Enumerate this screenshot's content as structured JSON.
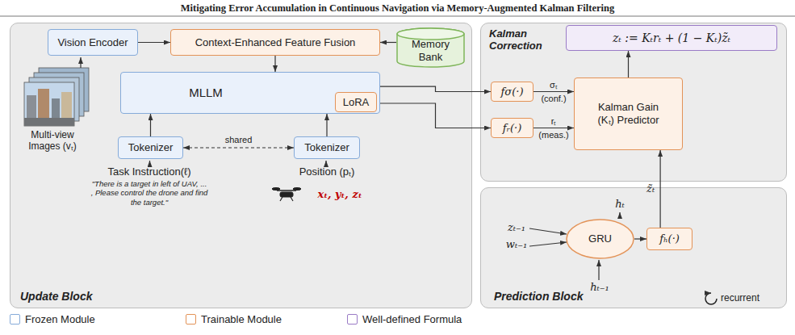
{
  "diagram": {
    "title": "Mitigating Error Accumulation in Continuous Navigation via Memory-Augmented Kalman Filtering",
    "nodes": [
      {
        "text": [
          "Update Block"
        ]
      },
      {
        "text": [
          "Vision Encoder"
        ],
        "in": 0
      },
      {
        "text": [
          "Context-Enhanced Feature Fusion"
        ],
        "in": 0
      },
      {
        "text": [
          "Memory Bank"
        ],
        "in": 0
      },
      {
        "text": [
          "MLLM"
        ],
        "in": 0
      },
      {
        "text": [
          "LoRA"
        ],
        "in": 4
      },
      {
        "text": [
          "Tokenizer"
        ],
        "in": 0
      },
      {
        "text": [
          "Tokenizer"
        ],
        "in": 0
      },
      {
        "text": [
          "Kalman Correction"
        ]
      },
      {
        "text": [
          "zₜ := Kₜrₜ + (1 − Kₜ)z̃ₜ"
        ],
        "in": 8
      },
      {
        "text": [
          "fσ(·)"
        ],
        "in": 8
      },
      {
        "text": [
          "fᵣ(·)"
        ],
        "in": 8
      },
      {
        "text": [
          "Kalman Gain (Kₜ) Predictor"
        ],
        "in": 8
      },
      {
        "text": [
          "Prediction Block"
        ]
      },
      {
        "text": [
          "GRU"
        ],
        "in": 13
      },
      {
        "text": [
          "fₕ(·)"
        ],
        "in": 13
      }
    ],
    "edges": [
      {
        "from": 1,
        "to": 2,
        "arrow": "to"
      },
      {
        "from": 3,
        "to": 2,
        "arrow": "to"
      },
      {
        "from": 2,
        "to": 4,
        "arrow": "to"
      },
      {
        "from": 6,
        "to": 4,
        "arrow": "to"
      },
      {
        "from": 7,
        "to": 4,
        "arrow": "to"
      },
      {
        "from": 6,
        "to": 7,
        "arrow": "both",
        "label": "shared"
      },
      {
        "from": 4,
        "to": 10,
        "arrow": "to"
      },
      {
        "from": 4,
        "to": 11,
        "arrow": "to"
      },
      {
        "from": 10,
        "to": 12,
        "arrow": "to",
        "label": "σₜ (conf.)"
      },
      {
        "from": 11,
        "to": 12,
        "arrow": "to",
        "label": "rₜ (meas.)"
      },
      {
        "from": 12,
        "to": 9,
        "arrow": "to"
      },
      {
        "from": 14,
        "to": 15,
        "arrow": "to"
      },
      {
        "from": 15,
        "to": 12,
        "arrow": "to",
        "label": "z̃ₜ"
      }
    ],
    "labels": [
      "Multi-view Images (vₜ)",
      "Task Instruction(ℓ)",
      "\"There is a target in left of UAV, ... , Please control the drone and find the target.\"",
      "Position (pₜ)",
      "xₜ, yₜ, zₜ",
      "zₜ₋₁",
      "wₜ₋₁",
      "hₜ₋₁",
      "hₜ",
      "recurrent"
    ],
    "legend": [
      {
        "text": "Frozen Module",
        "color": "#86abd9"
      },
      {
        "text": "Trainable Module",
        "color": "#e39358"
      },
      {
        "text": "Well-defined Formula",
        "color": "#9a7bc6"
      }
    ]
  }
}
